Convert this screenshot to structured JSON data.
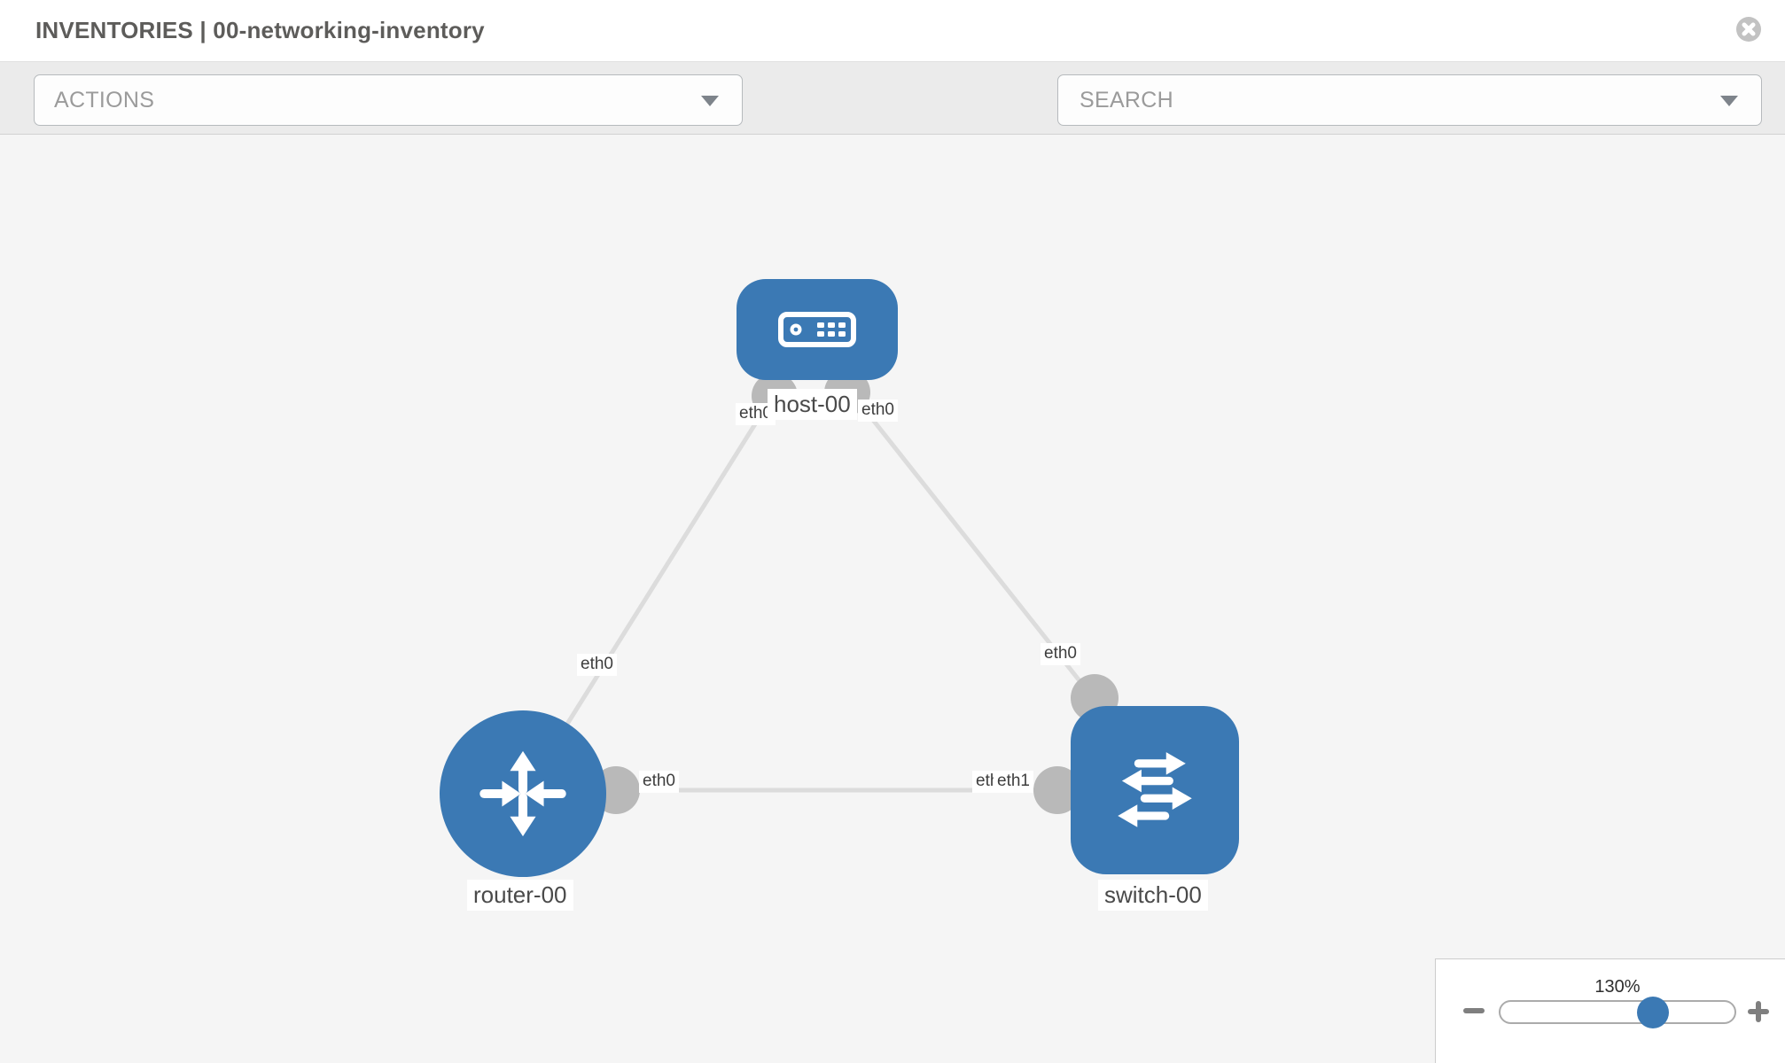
{
  "header": {
    "title": "INVENTORIES | 00-networking-inventory"
  },
  "toolbar": {
    "actions_label": "ACTIONS",
    "search_label": "SEARCH",
    "icons": [
      "wrench-icon",
      "key-icon"
    ]
  },
  "topology": {
    "nodes": [
      {
        "name": "host-00",
        "type": "host"
      },
      {
        "name": "router-00",
        "type": "router"
      },
      {
        "name": "switch-00",
        "type": "switch"
      }
    ],
    "links": [
      {
        "from": "host-00",
        "from_iface": "eth0",
        "to": "router-00",
        "to_iface": "eth0"
      },
      {
        "from": "host-00",
        "from_iface": "eth0",
        "to": "switch-00",
        "to_iface": "eth0"
      },
      {
        "from": "router-00",
        "from_iface": "eth0",
        "to": "switch-00",
        "to_iface": "eth1",
        "to_iface_under": "eth0"
      }
    ]
  },
  "zoom_control": {
    "level": "130%",
    "percent": 65,
    "minus_icon": "minus",
    "plus_icon": "plus"
  },
  "colors": {
    "node_blue": "#3b79b4",
    "link_gray": "#dcdcdc",
    "connector_gray": "#b9b9b9",
    "toolbar_bg": "#ebebeb",
    "canvas_bg": "#f5f5f5"
  }
}
